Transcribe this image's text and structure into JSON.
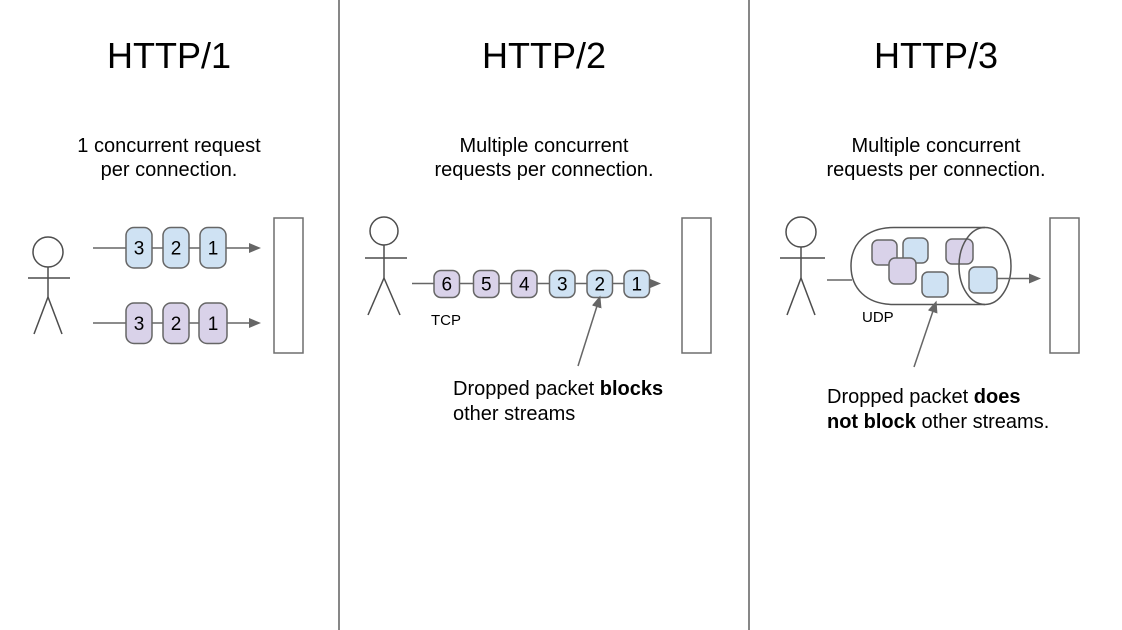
{
  "colors": {
    "packet_blue": "#cfe2f3",
    "packet_purple": "#d9d2e9",
    "line_gray": "#666666",
    "divider_gray": "#878787"
  },
  "panels": [
    {
      "title": "HTTP/1",
      "subtitle_line1": "1 concurrent request",
      "subtitle_line2": "per connection.",
      "rows": [
        {
          "fill": "#cfe2f3",
          "packets": [
            "3",
            "2",
            "1"
          ]
        },
        {
          "fill": "#d9d2e9",
          "packets": [
            "3",
            "2",
            "1"
          ]
        }
      ]
    },
    {
      "title": "HTTP/2",
      "subtitle_line1": "Multiple concurrent",
      "subtitle_line2": "requests per connection.",
      "protocol_label": "TCP",
      "packets": [
        {
          "label": "6",
          "fill": "#d9d2e9"
        },
        {
          "label": "5",
          "fill": "#d9d2e9"
        },
        {
          "label": "4",
          "fill": "#d9d2e9"
        },
        {
          "label": "3",
          "fill": "#cfe2f3"
        },
        {
          "label": "2",
          "fill": "#cfe2f3"
        },
        {
          "label": "1",
          "fill": "#cfe2f3"
        }
      ],
      "annotation": {
        "line1_normal": "Dropped packet ",
        "line1_bold": "blocks",
        "line2_normal": "other streams"
      }
    },
    {
      "title": "HTTP/3",
      "subtitle_line1": "Multiple concurrent",
      "subtitle_line2": "requests per connection.",
      "protocol_label": "UDP",
      "packets": [
        {
          "fill": "#d9d2e9"
        },
        {
          "fill": "#cfe2f3"
        },
        {
          "fill": "#d9d2e9"
        },
        {
          "fill": "#cfe2f3"
        },
        {
          "fill": "#d9d2e9"
        },
        {
          "fill": "#cfe2f3"
        }
      ],
      "annotation": {
        "line1_normal": "Dropped packet ",
        "line1_bold": "does",
        "line2_bold": "not block",
        "line2_normal": " other streams."
      }
    }
  ]
}
